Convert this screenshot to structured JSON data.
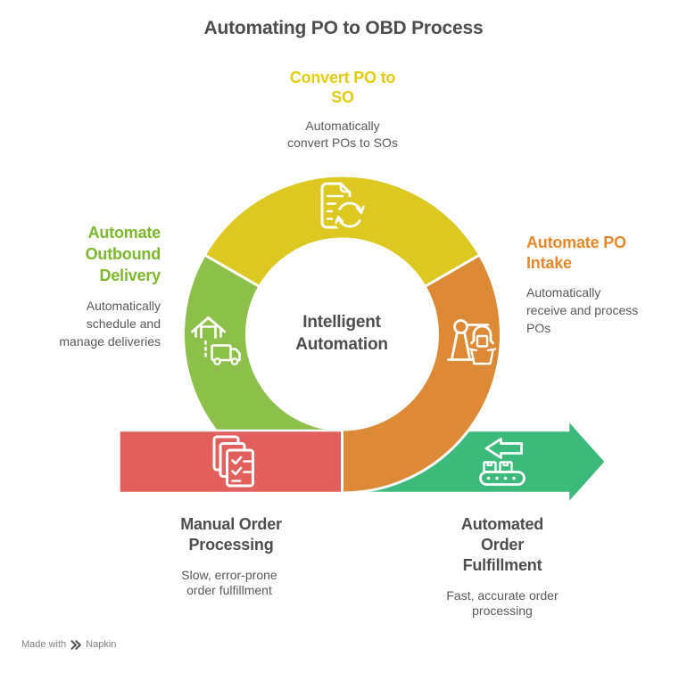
{
  "title": "Automating PO to OBD Process",
  "center": {
    "label": "Intelligent\nAutomation"
  },
  "steps": {
    "convert": {
      "title": "Convert PO to\nSO",
      "desc": "Automatically\nconvert POs to SOs"
    },
    "outbound": {
      "title": "Automate\nOutbound\nDelivery",
      "desc": "Automatically\nschedule and\nmanage deliveries"
    },
    "intake": {
      "title": "Automate PO\nIntake",
      "desc": "Automatically\nreceive and process\nPOs"
    },
    "manual": {
      "title": "Manual Order\nProcessing",
      "desc": "Slow, error-prone\norder fulfillment"
    },
    "fulfillment": {
      "title": "Automated\nOrder\nFulfillment",
      "desc": "Fast, accurate order\nprocessing"
    }
  },
  "colors": {
    "yellow": "#ddc821",
    "green": "#8cc04a",
    "orange": "#dc8a35",
    "red": "#e2605b",
    "emerald": "#3cba7c",
    "heading_gray": "#4d4d4f",
    "body_gray": "#57585b",
    "yellow_text": "#e3cb10",
    "green_text": "#7cb82b",
    "orange_text": "#e8882d"
  },
  "icons": {
    "convert": "document-sync-icon",
    "outbound": "warehouse-truck-icon",
    "intake": "robot-arm-icon",
    "manual": "stacked-documents-icon",
    "fulfillment": "conveyor-belt-icon",
    "brand": "napkin-chevrons-icon"
  },
  "footer": {
    "made_with": "Made with",
    "brand": "Napkin"
  }
}
